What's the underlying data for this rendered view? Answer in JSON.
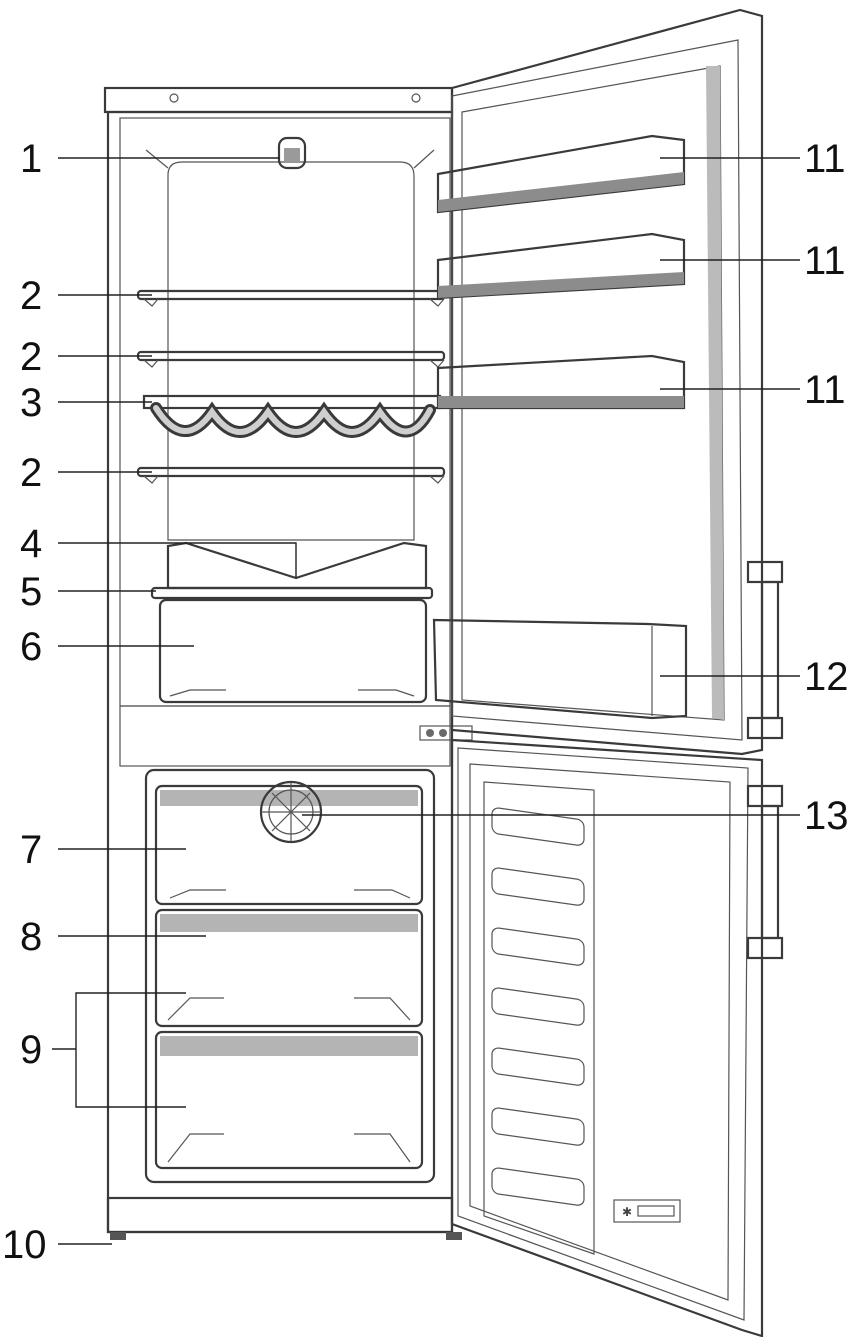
{
  "diagram": {
    "callouts": [
      {
        "label": "1"
      },
      {
        "label": "2"
      },
      {
        "label": "2"
      },
      {
        "label": "3"
      },
      {
        "label": "2"
      },
      {
        "label": "4"
      },
      {
        "label": "5"
      },
      {
        "label": "6"
      },
      {
        "label": "7"
      },
      {
        "label": "8"
      },
      {
        "label": "9"
      },
      {
        "label": "10"
      },
      {
        "label": "11"
      },
      {
        "label": "11"
      },
      {
        "label": "11"
      },
      {
        "label": "12"
      },
      {
        "label": "13"
      }
    ]
  },
  "colors": {
    "line": "#222222",
    "body_fill": "#f4f4f4",
    "compartment_fill": "#cfcfcf",
    "drawer_fill": "#bdbdbd",
    "door_fill": "#d8d8d8"
  }
}
